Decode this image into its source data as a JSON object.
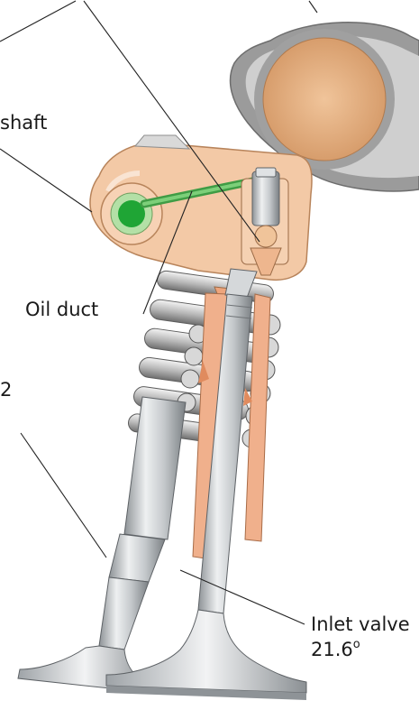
{
  "labels": {
    "shaft": "shaft",
    "oil_duct": "Oil duct",
    "left_angle": "2",
    "inlet_valve": "Inlet valve",
    "inlet_angle": "21.6",
    "degree_symbol": "o"
  },
  "colors": {
    "cam_outer": "#a9a9a9",
    "cam_inner": "#e8b88c",
    "rocker_body": "#f2c7a3",
    "oil_duct": "#59b65a",
    "shaft_center": "#1fa535",
    "springs": "#c9c9c9",
    "steel": "#c8cbce",
    "valve_guide": "#e8a37c"
  }
}
